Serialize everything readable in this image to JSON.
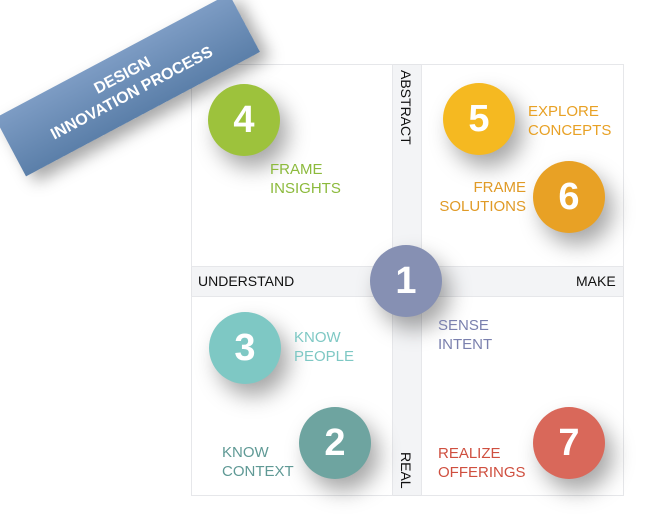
{
  "banner": {
    "line1": "DESIGN",
    "line2": "INNOVATION PROCESS"
  },
  "axes": {
    "left": "UNDERSTAND",
    "right": "MAKE",
    "top": "ABSTRACT",
    "bottom": "REAL"
  },
  "steps": [
    {
      "num": "1",
      "label1": "SENSE",
      "label2": "INTENT",
      "color": "#8690b3",
      "text_color": "#7a80ae"
    },
    {
      "num": "2",
      "label1": "KNOW",
      "label2": "CONTEXT",
      "color": "#6ea4a0",
      "text_color": "#5f9995"
    },
    {
      "num": "3",
      "label1": "KNOW",
      "label2": "PEOPLE",
      "color": "#7ec8c4",
      "text_color": "#7ec8c4"
    },
    {
      "num": "4",
      "label1": "FRAME",
      "label2": "INSIGHTS",
      "color": "#9dc23c",
      "text_color": "#8cba3c"
    },
    {
      "num": "5",
      "label1": "EXPLORE",
      "label2": "CONCEPTS",
      "color": "#f5b921",
      "text_color": "#e8a125"
    },
    {
      "num": "6",
      "label1": "FRAME",
      "label2": "SOLUTIONS",
      "color": "#e8a125",
      "text_color": "#e09a26"
    },
    {
      "num": "7",
      "label1": "REALIZE",
      "label2": "OFFERINGS",
      "color": "#d9685a",
      "text_color": "#cf4f3f"
    }
  ]
}
